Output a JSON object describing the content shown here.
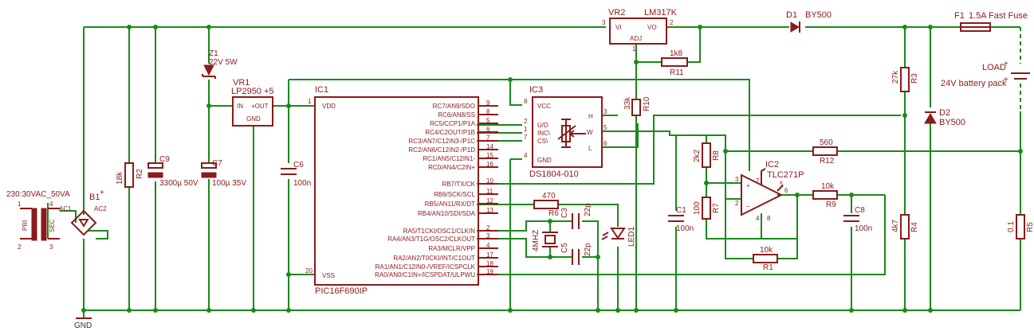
{
  "colors": {
    "wire": "#1a8a1a",
    "symbol": "#8b1a1a",
    "background": "#ffffff"
  },
  "transformer": {
    "label": "230:30VAC_50VA",
    "pri": "PRI",
    "sec": "SEC",
    "pin1": "1",
    "pin2": "2",
    "pin3": "3",
    "pin4": "4"
  },
  "bridge": {
    "name": "B1",
    "plus": "+",
    "ac1": "AC1",
    "ac2": "AC2"
  },
  "r2": {
    "name": "R2",
    "value": "18k"
  },
  "c9": {
    "name": "C9",
    "value": "3300µ 50V"
  },
  "z1": {
    "name": "Z1",
    "value": "22V 5W"
  },
  "c7": {
    "name": "C7",
    "value": "100µ 35V"
  },
  "vr1": {
    "name": "VR1",
    "part": "LP2950 +5",
    "in": "IN",
    "out": "+OUT",
    "gnd": "GND"
  },
  "vr2": {
    "name": "VR2",
    "part": "LM317K",
    "vi": "VI",
    "vo": "VO",
    "adj": "ADJ",
    "pin3": "3",
    "pin2": "2",
    "pin1": "1"
  },
  "d1": {
    "name": "D1",
    "value": "BY500"
  },
  "d2": {
    "name": "D2",
    "value": "BY500"
  },
  "f1": {
    "name": "F1",
    "value": "1.5A Fast Fuse"
  },
  "load": {
    "name": "LOAD",
    "plus": "+",
    "desc": "24V battery pack",
    "minus": "+"
  },
  "r11": {
    "name": "R11",
    "value": "1k8"
  },
  "r10": {
    "name": "R10",
    "value": "33k"
  },
  "r3": {
    "name": "R3",
    "value": "27k"
  },
  "r4": {
    "name": "R4",
    "value": "4k7"
  },
  "r5": {
    "name": "R5",
    "value": "0.1"
  },
  "r8": {
    "name": "R8",
    "value": "2k2"
  },
  "r7": {
    "name": "R7",
    "value": "100"
  },
  "r12": {
    "name": "R12",
    "value": "560"
  },
  "r9": {
    "name": "R9",
    "value": "10k"
  },
  "r1": {
    "name": "R1",
    "value": "10k"
  },
  "r6": {
    "name": "R6",
    "value": "470"
  },
  "c1": {
    "name": "C1",
    "value": "100n"
  },
  "c8": {
    "name": "C8",
    "value": "100n"
  },
  "c6": {
    "name": "C6",
    "value": "100n"
  },
  "c3": {
    "name": "C3",
    "value": "22p"
  },
  "c5": {
    "name": "C5",
    "value": "22p"
  },
  "xtal": {
    "value": "4MHZ"
  },
  "led1": {
    "name": "LED1"
  },
  "ic2": {
    "name": "IC2",
    "part": "TLC271P",
    "pin3": "3",
    "pin2": "2",
    "pin6": "6",
    "pin7": "7",
    "pin4": "4",
    "pin8": "8",
    "pin5": "5"
  },
  "ic3": {
    "name": "IC3",
    "part": "DS1804-010",
    "vcc": "VCC",
    "ud": "U/D",
    "inc": "INC\\",
    "cs": "CS\\",
    "gnd": "GND",
    "h": "H",
    "wiper": "W",
    "l": "L",
    "p8": "8",
    "p2": "2",
    "p1": "1",
    "p7": "7",
    "p4": "4",
    "p3": "3",
    "p5": "5",
    "p6": "6"
  },
  "ic1": {
    "name": "IC1",
    "part": "PIC16F690IP",
    "vdd": "VDD",
    "vss": "VSS",
    "vdd_pin": "1",
    "vss_pin": "20",
    "pins": [
      {
        "label": "RC7/AN9/SDO",
        "num": "9"
      },
      {
        "label": "RC6/AN8/SS",
        "num": "8"
      },
      {
        "label": "RC5/CCP1/P1A",
        "num": "5"
      },
      {
        "label": "RC4/C2OUT/P1B",
        "num": "6"
      },
      {
        "label": "RC3/AN7/C12IN3-/P1C",
        "num": "7"
      },
      {
        "label": "RC2/AN6/C12IN2-/P1D",
        "num": "14"
      },
      {
        "label": "RC1/AN5/C12IN1-",
        "num": "15"
      },
      {
        "label": "RC0/AN4/C2IN+",
        "num": "16"
      },
      {
        "label": "RB7/TX/CK",
        "num": "10"
      },
      {
        "label": "RB6/SCK/SCL",
        "num": "11"
      },
      {
        "label": "RB5/AN11/RX/DT",
        "num": "12"
      },
      {
        "label": "RB4/AN10/SDI/SDA",
        "num": "13"
      },
      {
        "label": "RA5/T1CKI/OSC1/CLKIN",
        "num": "2"
      },
      {
        "label": "RA4/AN3/T1G/OSC2/CLKOUT",
        "num": "3"
      },
      {
        "label": "RA3/MCLR/VPP",
        "num": "4"
      },
      {
        "label": "RA2/AN2/T0CKI/INT/C1OUT",
        "num": "17"
      },
      {
        "label": "RA1/AN1/C12IN0-/VREF/ICSPCLK",
        "num": "18"
      },
      {
        "label": "RA0/AN0/C1IN+/ICSPDAT/ULPWU",
        "num": "19"
      }
    ]
  },
  "gnd": {
    "label": "GND"
  }
}
